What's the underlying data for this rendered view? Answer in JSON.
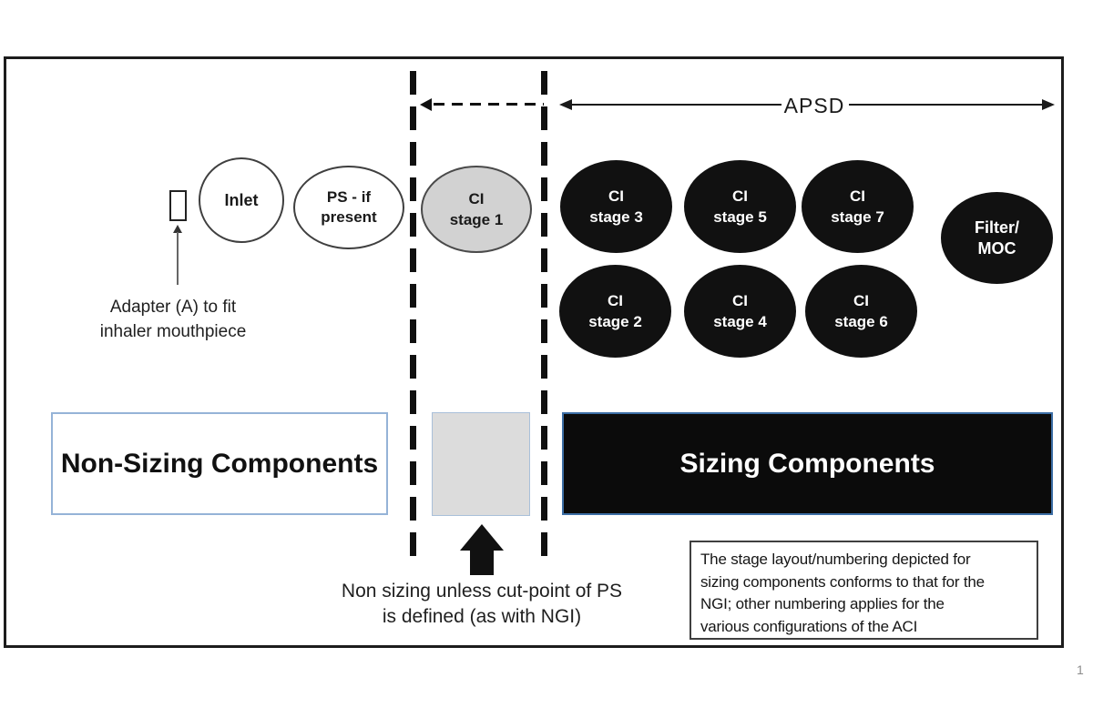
{
  "top": {
    "apsd_label": "APSD"
  },
  "adapter": {
    "label_line1": "Adapter (A) to fit",
    "label_line2": "inhaler mouthpiece"
  },
  "components": {
    "inlet": {
      "label": "Inlet"
    },
    "ps": {
      "line1": "PS - if",
      "line2": "present"
    },
    "ci_stage1": {
      "line1": "CI",
      "line2": "stage 1"
    },
    "filter_moc": {
      "line1": "Filter/",
      "line2": "MOC"
    }
  },
  "stages": {
    "row1": [
      {
        "line1": "CI",
        "line2": "stage 3"
      },
      {
        "line1": "CI",
        "line2": "stage 5"
      },
      {
        "line1": "CI",
        "line2": "stage 7"
      }
    ],
    "row2": [
      {
        "line1": "CI",
        "line2": "stage 2"
      },
      {
        "line1": "CI",
        "line2": "stage 4"
      },
      {
        "line1": "CI",
        "line2": "stage 6"
      }
    ]
  },
  "bands": {
    "non_sizing_label": "Non-Sizing Components",
    "sizing_label": "Sizing Components"
  },
  "caption": {
    "line1": "Non sizing unless cut-point of PS",
    "line2": "is defined (as with NGI)"
  },
  "note": {
    "line1": "The stage layout/numbering depicted for",
    "line2": "sizing components conforms to that for the",
    "line3": "NGI; other numbering applies for the",
    "line4": "various configurations of the ACI"
  },
  "page": {
    "number": "1"
  },
  "colors": {
    "band_border_blue": "#95b3d7",
    "sizing_border_blue": "#3c6ea5",
    "gray_fill": "#d2d2d2",
    "black": "#111111"
  }
}
